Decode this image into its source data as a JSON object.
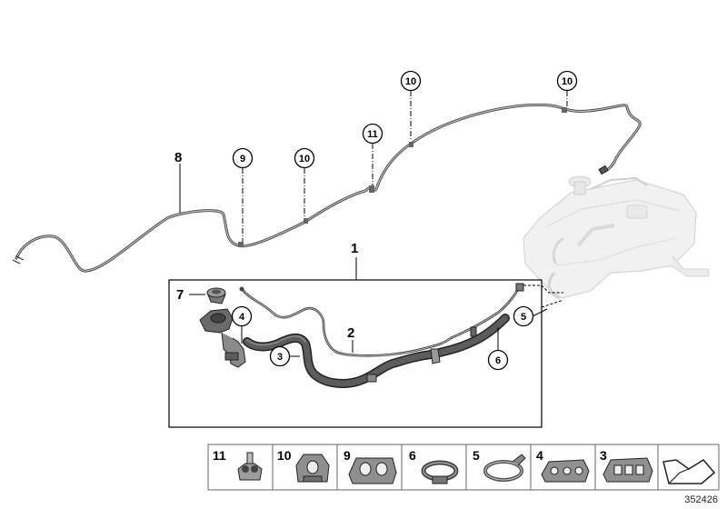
{
  "diagram": {
    "labels": {
      "assembly": "1",
      "pipe_feed": "2",
      "hose_3": "3",
      "hose_4": "4",
      "clamp_5": "5",
      "hose_6": "6",
      "cap_7": "7",
      "main_line": "8"
    },
    "callouts": [
      "9",
      "10",
      "11",
      "10",
      "10"
    ],
    "figure_id": "352426"
  },
  "legend": {
    "items": [
      {
        "number": "11",
        "icon": "double-pipe-clip-icon"
      },
      {
        "number": "10",
        "icon": "single-pipe-holder-icon"
      },
      {
        "number": "9",
        "icon": "twin-pipe-holder-icon"
      },
      {
        "number": "6",
        "icon": "hose-clamp-icon"
      },
      {
        "number": "5",
        "icon": "spring-clamp-icon"
      },
      {
        "number": "4",
        "icon": "triple-clip-icon"
      },
      {
        "number": "3",
        "icon": "quad-clip-icon"
      }
    ],
    "nav_icon": "arrow-icon"
  },
  "colors": {
    "line": "#2b2b2b",
    "pipe_fill": "#9a9a9a",
    "hose_fill": "#4a4a4a",
    "tank_fill": "#e4e4e4",
    "tank_stroke": "#b8b8b8"
  }
}
